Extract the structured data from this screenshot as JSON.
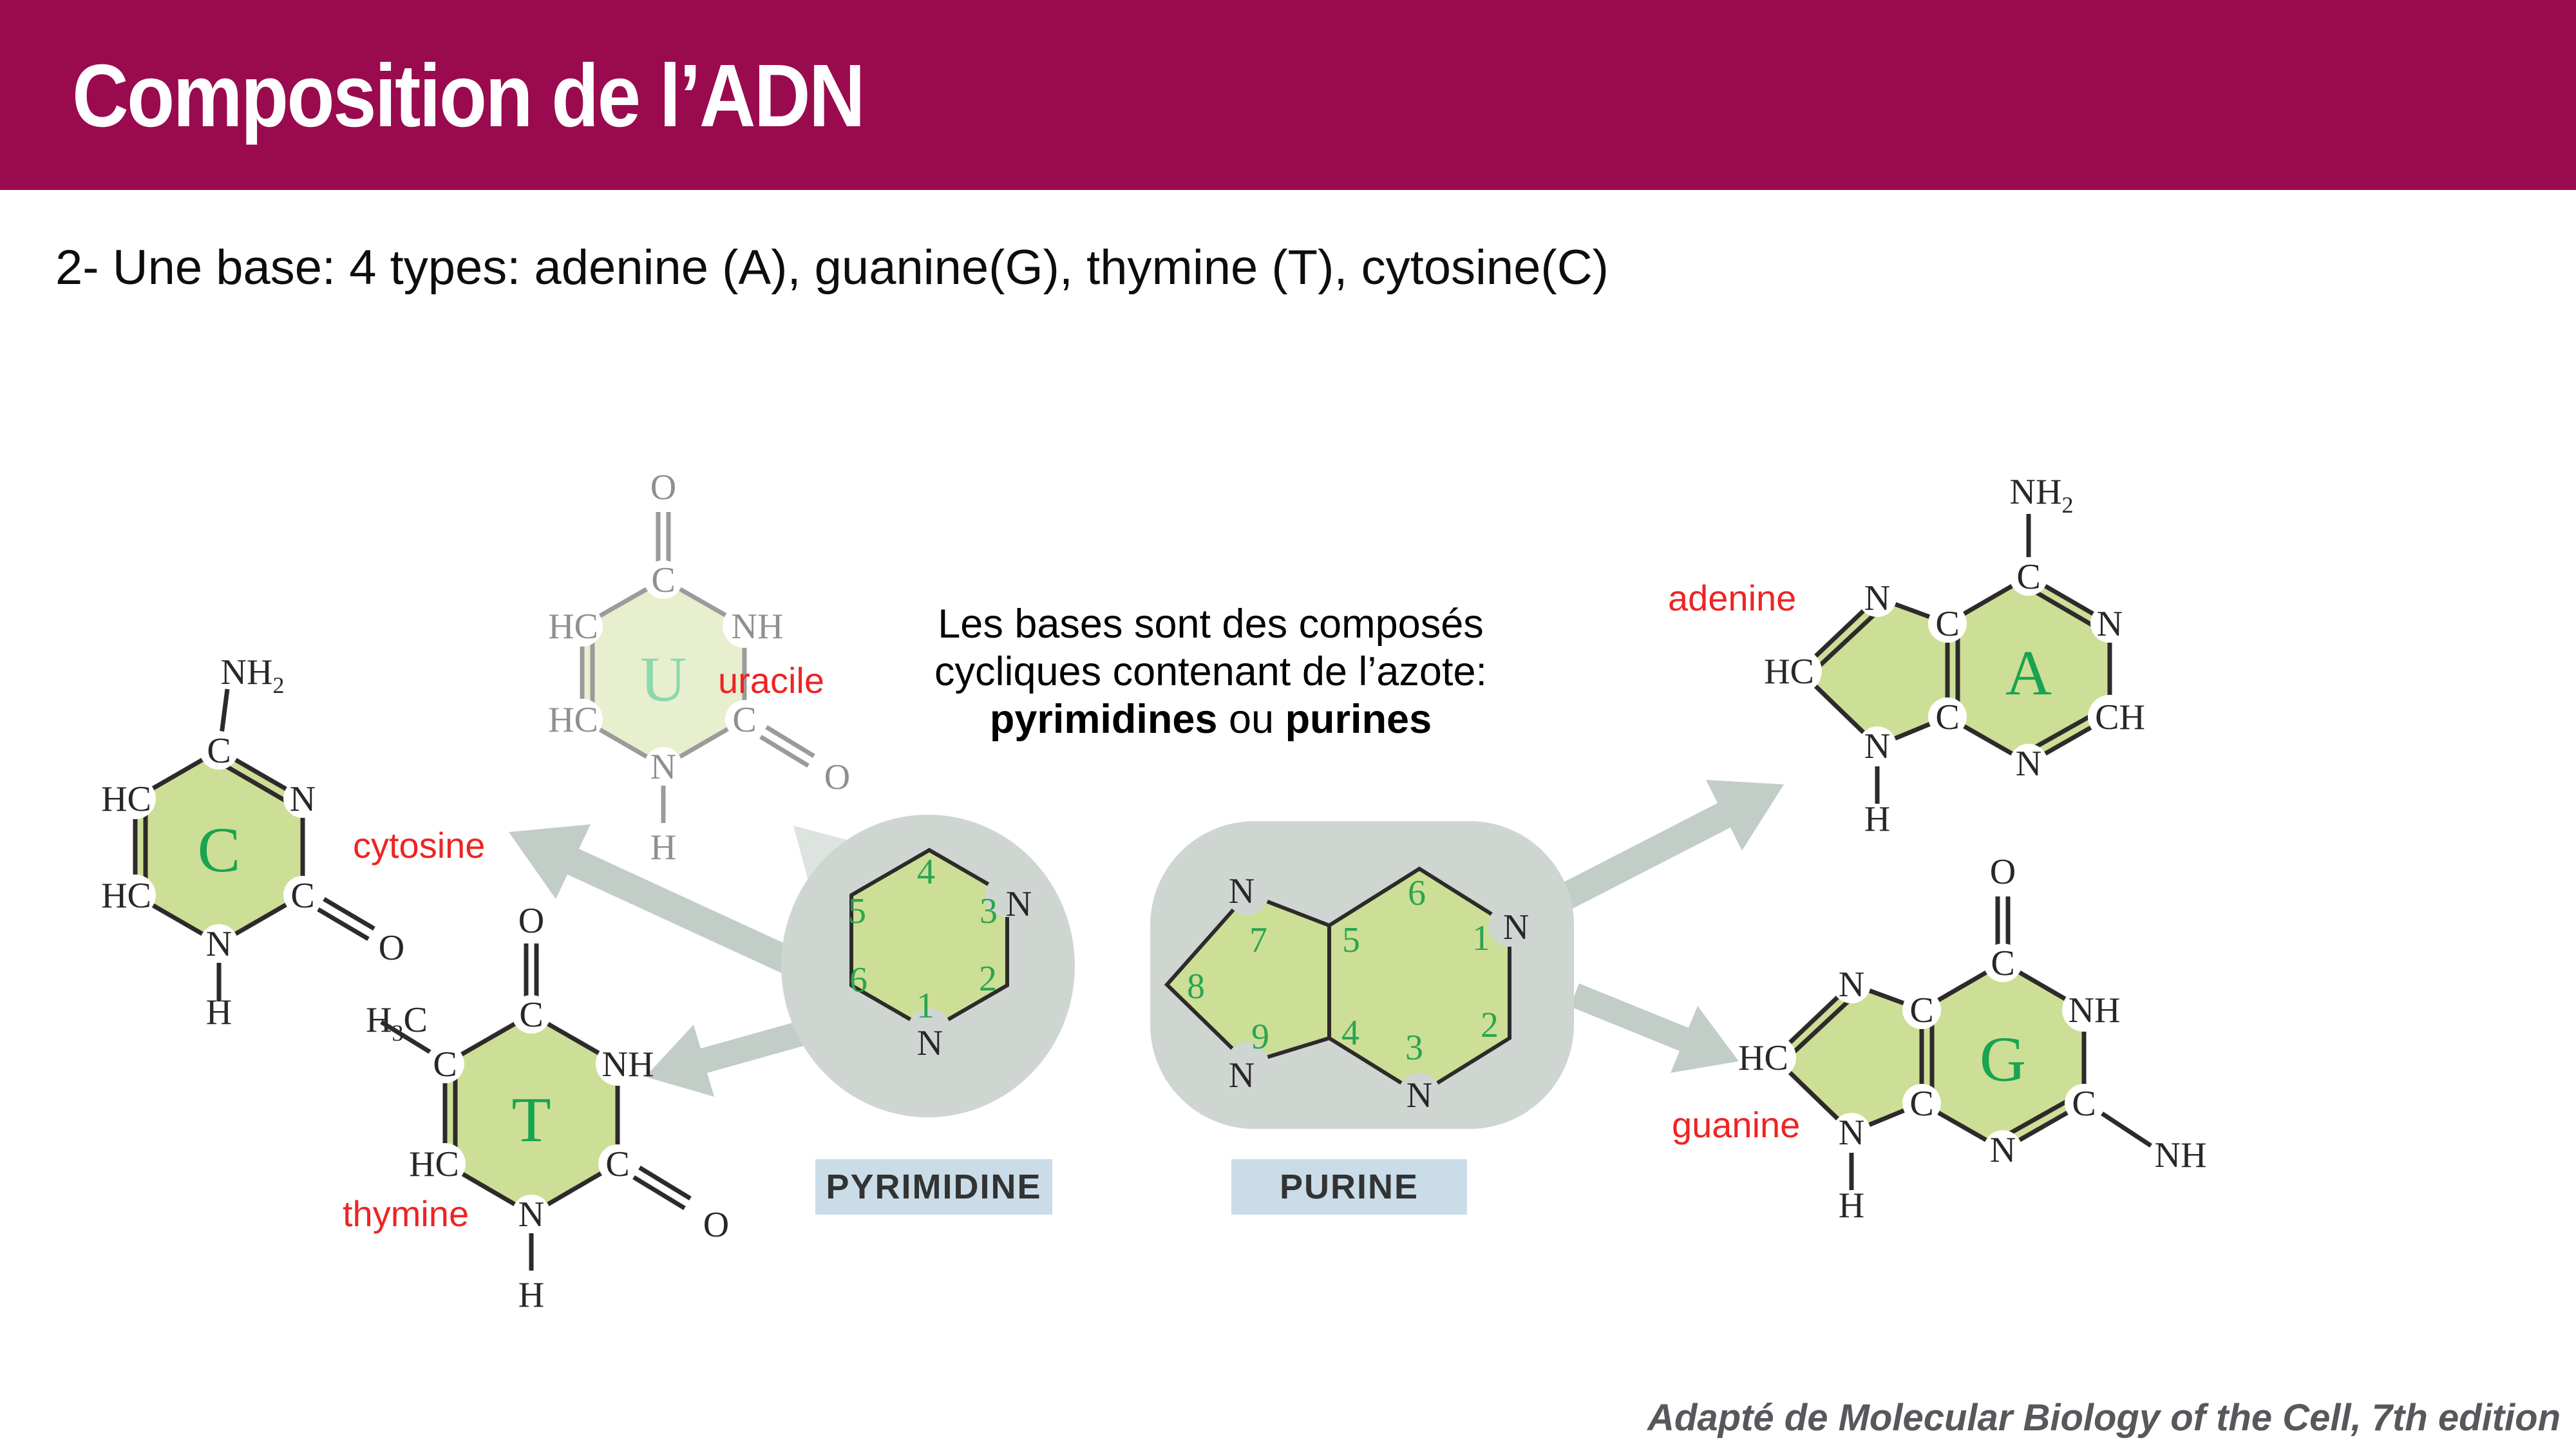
{
  "slide": {
    "title": "Composition de l’ADN",
    "subtitle": "2- Une base: 4 types: adenine (A), guanine(G), thymine (T), cytosine(C)",
    "footer": "Adapté de Molecular Biology of the Cell, 7th edition"
  },
  "center_text": {
    "line1": "Les bases sont des composés",
    "line2": "cycliques contenant de l’azote:",
    "bold1": "pyrimidines",
    "conj": "ou",
    "bold2": "purines"
  },
  "labels": {
    "uracile": "uracile",
    "cytosine": "cytosine",
    "thymine": "thymine",
    "adenine": "adenine",
    "guanine": "guanine",
    "pyrimidine_box": "PYRIMIDINE",
    "purine_box": "PURINE"
  },
  "molecules": {
    "cytosine": {
      "letter": "C",
      "amine": "NH",
      "amine_sub": "2",
      "top": "C",
      "upper_right": "N",
      "lower_right": "C",
      "oxygen": "O",
      "bottom": "N",
      "bottom_h": "H",
      "lower_left": "HC",
      "upper_left": "HC"
    },
    "uracile": {
      "letter": "U",
      "oxygen_top": "O",
      "top": "C",
      "upper_right": "NH",
      "lower_right": "C",
      "oxygen": "O",
      "bottom": "N",
      "bottom_h": "H",
      "lower_left": "HC",
      "upper_left": "HC"
    },
    "thymine": {
      "letter": "T",
      "oxygen_top": "O",
      "top": "C",
      "methyl_h": "H",
      "methyl_sub": "3",
      "methyl_c": "C",
      "upper_right": "NH",
      "lower_right": "C",
      "oxygen": "O",
      "bottom": "N",
      "bottom_h": "H",
      "lower_left": "HC",
      "upper_left": "C"
    },
    "pyrimidine": {
      "n1": "N",
      "n3": "N",
      "num1": "1",
      "num2": "2",
      "num3": "3",
      "num4": "4",
      "num5": "5",
      "num6": "6"
    },
    "purine": {
      "n1": "N",
      "n3": "N",
      "n7": "N",
      "n9": "N",
      "num1": "1",
      "num2": "2",
      "num3": "3",
      "num4": "4",
      "num5": "5",
      "num6": "6",
      "num7": "7",
      "num8": "8",
      "num9": "9"
    },
    "adenine": {
      "letter": "A",
      "amine": "NH",
      "amine_sub": "2",
      "top": "C",
      "upper_right": "N",
      "lower_right": "CH",
      "bottom": "N",
      "fusion_top": "C",
      "fusion_bottom": "C",
      "n7": "N",
      "c8": "HC",
      "n9": "N",
      "n9_h": "H"
    },
    "guanine": {
      "letter": "G",
      "oxygen_top": "O",
      "top": "C",
      "upper_right": "NH",
      "lower_right": "C",
      "ext_nh": "NH",
      "bottom": "N",
      "fusion_top": "C",
      "fusion_bottom": "C",
      "n7": "N",
      "c8": "HC",
      "n9": "N",
      "n9_h": "H"
    }
  },
  "colors": {
    "header_bg": "#9a0a4e",
    "ring_fill": "#cdde96",
    "ring_fill_faded": "#e7efcf",
    "blob_gray": "#cfd6d2",
    "arrow_gray": "#c3cdc8",
    "arrow_pale": "#dde4e0",
    "green_letter": "#18a450",
    "red_label": "#ee2424",
    "box_blue": "#c9dce8",
    "bond": "#2e2a2b",
    "bond_faded": "#9b9b9b"
  }
}
